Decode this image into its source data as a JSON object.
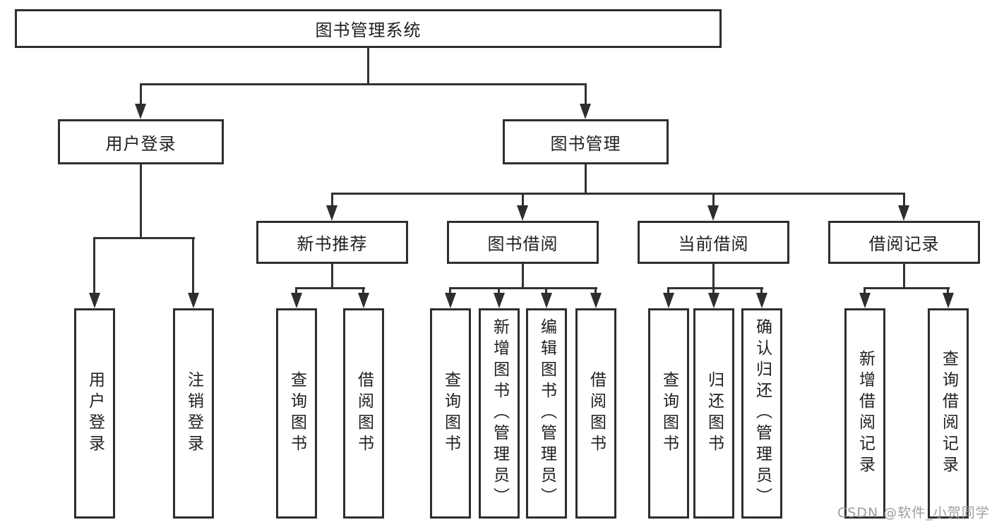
{
  "diagram": {
    "type": "tree",
    "root": {
      "label": "图书管理系统"
    },
    "branches": [
      {
        "label": "用户登录",
        "children": [
          {
            "label": "用户登录"
          },
          {
            "label": "注销登录"
          }
        ]
      },
      {
        "label": "图书管理",
        "children": [
          {
            "label": "新书推荐",
            "children": [
              {
                "label": "查询图书"
              },
              {
                "label": "借阅图书"
              }
            ]
          },
          {
            "label": "图书借阅",
            "children": [
              {
                "label": "查询图书"
              },
              {
                "label": "新增图书（管理员）"
              },
              {
                "label": "编辑图书（管理员）"
              },
              {
                "label": "借阅图书"
              }
            ]
          },
          {
            "label": "当前借阅",
            "children": [
              {
                "label": "查询图书"
              },
              {
                "label": "归还图书"
              },
              {
                "label": "确认归还（管理员）"
              }
            ]
          },
          {
            "label": "借阅记录",
            "children": [
              {
                "label": "新增借阅记录"
              },
              {
                "label": "查询借阅记录"
              }
            ]
          }
        ]
      }
    ]
  },
  "watermark": {
    "text": "CSDN @软件_小贺同学"
  },
  "colors": {
    "line": "#2e2e2e",
    "text": "#1f1f1f",
    "background": "#ffffff",
    "watermark": "#969696"
  }
}
